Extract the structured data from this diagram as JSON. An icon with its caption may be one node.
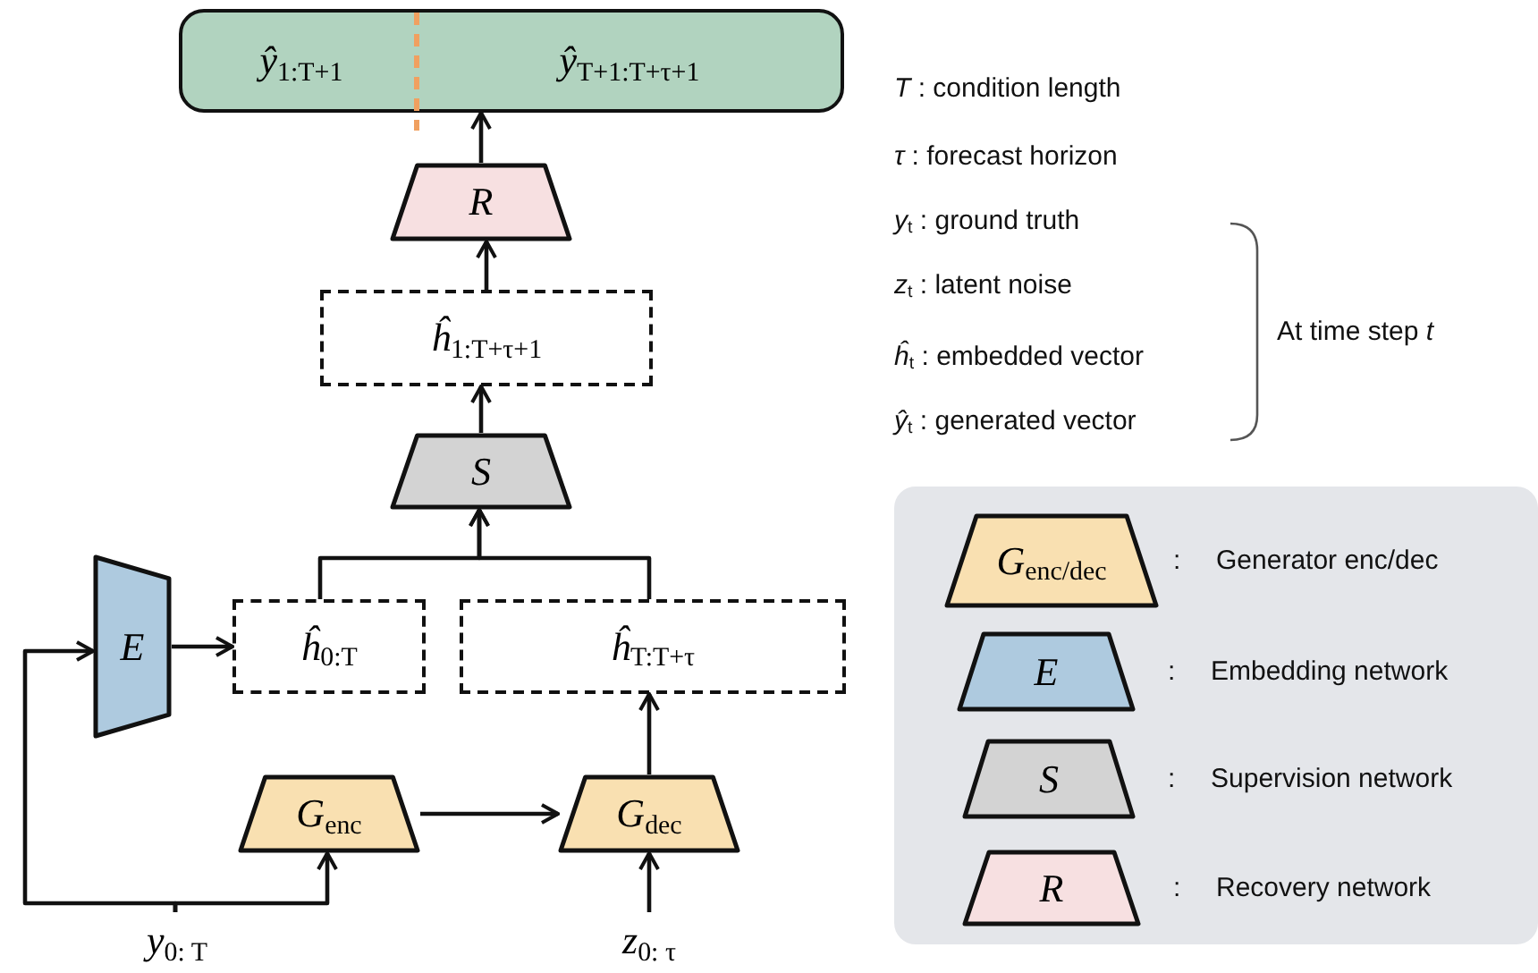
{
  "diagram": {
    "nodes": [
      {
        "text": [
          "ŷ$_{1:T+1}$",
          "ŷ$_{T+1:T+τ+1}$"
        ]
      },
      {
        "text": [
          "R"
        ]
      },
      {
        "text": [
          "ĥ$_{1:T+τ+1}$"
        ]
      },
      {
        "text": [
          "S"
        ]
      },
      {
        "text": [
          "E"
        ]
      },
      {
        "text": [
          "ĥ$_{0:T}$"
        ]
      },
      {
        "text": [
          "ĥ$_{T:T+τ}$"
        ]
      },
      {
        "text": [
          "G$_{enc}$"
        ]
      },
      {
        "text": [
          "G$_{dec}$"
        ]
      },
      {
        "text": [
          "y$_{0: T}$"
        ]
      },
      {
        "text": [
          "z$_{0: τ}$"
        ]
      },
      {
        "text": [],
        "shape": "box"
      },
      {
        "text": [
          "G$_{enc/dec}$"
        ],
        "in": 11,
        "beside": [
          ":",
          "Generator enc/dec"
        ]
      },
      {
        "text": [
          "E"
        ],
        "in": 11,
        "beside": [
          ":",
          "Embedding network"
        ]
      },
      {
        "text": [
          "S"
        ],
        "in": 11,
        "beside": [
          ":",
          "Supervision network"
        ]
      },
      {
        "text": [
          "R"
        ],
        "in": 11,
        "beside": [
          ":",
          "Recovery network"
        ]
      }
    ],
    "edges": [
      {
        "from": 1,
        "to": 0,
        "arrow": "to"
      },
      {
        "from": 2,
        "to": 1,
        "arrow": "to"
      },
      {
        "from": 3,
        "to": 2,
        "arrow": "to"
      },
      {
        "from": 5,
        "to": 3,
        "arrow": "to"
      },
      {
        "from": 6,
        "to": 3,
        "arrow": "to"
      },
      {
        "from": 4,
        "to": 5,
        "arrow": "to"
      },
      {
        "from": 7,
        "to": 8,
        "arrow": "to"
      },
      {
        "from": 8,
        "to": 6,
        "arrow": "to"
      },
      {
        "from": 10,
        "to": 8,
        "arrow": "to"
      },
      {
        "from": 9,
        "to": 4,
        "arrow": "to"
      },
      {
        "from": 9,
        "to": 7,
        "arrow": "to"
      }
    ],
    "labels": [
      "*T* : condition length",
      "*τ* : forecast horizon",
      "*y*$_{t}$ : ground truth",
      "*z*$_{t}$ : latent noise",
      "*ĥ*$_{t}$ : embedded vector",
      "*ŷ*$_{t}$ : generated vector",
      "At time step *t*"
    ]
  }
}
